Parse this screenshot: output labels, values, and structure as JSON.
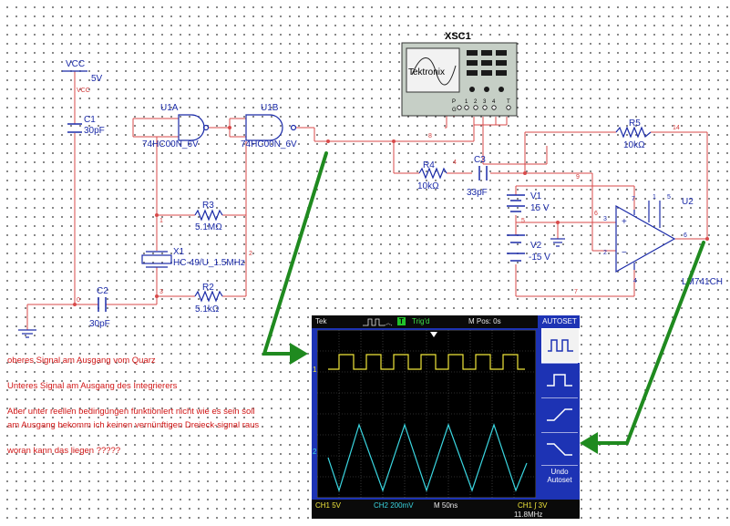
{
  "schematic": {
    "vcc": {
      "label": "VCC",
      "voltage": "5V",
      "net": "VCC"
    },
    "c1": {
      "ref": "C1",
      "value": "30pF"
    },
    "c2": {
      "ref": "C2",
      "value": "30pF"
    },
    "c3": {
      "ref": "C3",
      "value": "33pF"
    },
    "u1a": {
      "ref": "U1A",
      "part": "74HC00N_6V"
    },
    "u1b": {
      "ref": "U1B",
      "part": "74HC00N_6V"
    },
    "r2": {
      "ref": "R2",
      "value": "5.1kΩ"
    },
    "r3": {
      "ref": "R3",
      "value": "5.1MΩ"
    },
    "r4": {
      "ref": "R4",
      "value": "10kΩ"
    },
    "r5": {
      "ref": "R5",
      "value": "10kΩ"
    },
    "x1": {
      "ref": "X1",
      "part": "HC-49/U_1.5MHz"
    },
    "v1": {
      "ref": "V1",
      "value": "15 V"
    },
    "v2": {
      "ref": "V2",
      "value": "-15 V"
    },
    "u2": {
      "ref": "U2",
      "part": "LM741CH"
    },
    "xsc1": {
      "ref": "XSC1",
      "brand": "Tektronix",
      "channel_labels": [
        "P",
        "G",
        "1",
        "2",
        "3",
        "4",
        "T"
      ]
    },
    "pin_labels": [
      "2",
      "3",
      "4",
      "5",
      "6",
      "7",
      "1",
      "7"
    ],
    "net_labels": [
      "8",
      "4",
      "14",
      "9",
      "6",
      "0",
      "1",
      "3",
      "2",
      "5"
    ]
  },
  "notes": [
    "oberes Signal am Ausgang vom Quarz",
    "Unteres Signal am Ausgang des Integrierers",
    "Aber unter reellen bedingungen funktioniert nicht wie es sein soll",
    "am Ausgang bekomm ich keinen vernünftigen Dreieck-signal raus",
    "woran kann das liegen ?????"
  ],
  "scope": {
    "brand": "Tek",
    "trigger_badge": "T",
    "trigger_status": "Trig'd",
    "m_pos": "M Pos: 0s",
    "autoset": "AUTOSET",
    "undo_autoset": "Undo\nAutoset",
    "ch1_marker": "1",
    "ch2_marker": "2",
    "ch1_scale": "CH1  5V",
    "ch2_scale": "CH2  200mV",
    "time_scale": "M 50ns",
    "trigger_readout": "CH1 ∫ 3V",
    "frequency": "11.8MHz",
    "colors": {
      "ch1": "#f0e63a",
      "ch2": "#3ad6e0",
      "screen": "#000000",
      "frame": "#1d33b4"
    }
  }
}
